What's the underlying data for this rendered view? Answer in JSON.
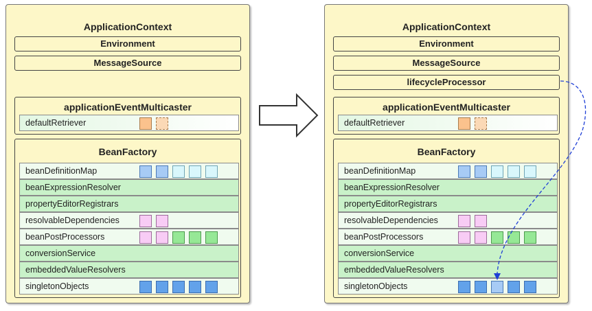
{
  "contexts": [
    {
      "title": "ApplicationContext",
      "bars": [
        "Environment",
        "MessageSource"
      ],
      "multicaster": {
        "title": "applicationEventMulticaster",
        "row": "defaultRetriever"
      },
      "beanFactory": {
        "title": "BeanFactory",
        "rows": [
          "beanDefinitionMap",
          "beanExpressionResolver",
          "propertyEditorRegistrars",
          "resolvableDependencies",
          "beanPostProcessors",
          "conversionService",
          "embeddedValueResolvers",
          "singletonObjects"
        ]
      }
    },
    {
      "title": "ApplicationContext",
      "bars": [
        "Environment",
        "MessageSource",
        "lifecycleProcessor"
      ],
      "multicaster": {
        "title": "applicationEventMulticaster",
        "row": "defaultRetriever"
      },
      "beanFactory": {
        "title": "BeanFactory",
        "rows": [
          "beanDefinitionMap",
          "beanExpressionResolver",
          "propertyEditorRegistrars",
          "resolvableDependencies",
          "beanPostProcessors",
          "conversionService",
          "embeddedValueResolvers",
          "singletonObjects"
        ]
      }
    }
  ],
  "colors": {
    "panel": "#fdf7c8",
    "row_green": "#c9f2c9",
    "arrow_dashed": "#1f3fd6"
  },
  "icons": [
    "right-arrow-icon",
    "dashed-curve-arrow-icon"
  ]
}
